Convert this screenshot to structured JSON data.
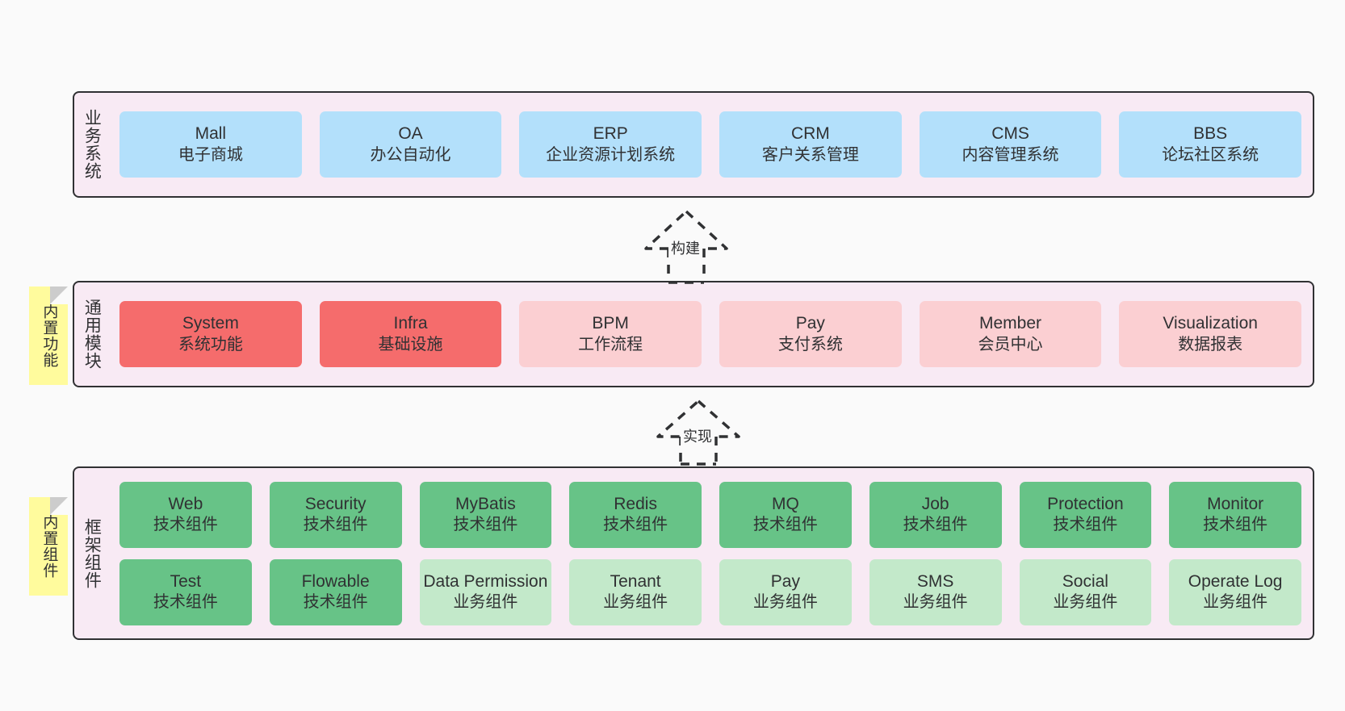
{
  "diagram": {
    "background": "#fafafa",
    "panel_fill": "#f8eaf4",
    "panel_border": "#303133",
    "sticky_fill": "#fffb9d"
  },
  "layers": [
    {
      "id": "business",
      "title": "业务系统",
      "card_color": "#b3e0fb",
      "rows": [
        [
          {
            "name": "Mall",
            "desc": "电子商城",
            "color": "#b3e0fb"
          },
          {
            "name": "OA",
            "desc": "办公自动化",
            "color": "#b3e0fb"
          },
          {
            "name": "ERP",
            "desc": "企业资源计划系统",
            "color": "#b3e0fb"
          },
          {
            "name": "CRM",
            "desc": "客户关系管理",
            "color": "#b3e0fb"
          },
          {
            "name": "CMS",
            "desc": "内容管理系统",
            "color": "#b3e0fb"
          },
          {
            "name": "BBS",
            "desc": "论坛社区系统",
            "color": "#b3e0fb"
          }
        ]
      ]
    },
    {
      "id": "module",
      "title": "通用模块",
      "sticky": "内置功能",
      "rows": [
        [
          {
            "name": "System",
            "desc": "系统功能",
            "color": "#f56c6c"
          },
          {
            "name": "Infra",
            "desc": "基础设施",
            "color": "#f56c6c"
          },
          {
            "name": "BPM",
            "desc": "工作流程",
            "color": "#fbcfd2"
          },
          {
            "name": "Pay",
            "desc": "支付系统",
            "color": "#fbcfd2"
          },
          {
            "name": "Member",
            "desc": "会员中心",
            "color": "#fbcfd2"
          },
          {
            "name": "Visualization",
            "desc": "数据报表",
            "color": "#fbcfd2"
          }
        ]
      ]
    },
    {
      "id": "framework",
      "title": "框架组件",
      "sticky": "内置组件",
      "rows": [
        [
          {
            "name": "Web",
            "desc": "技术组件",
            "color": "#67c387"
          },
          {
            "name": "Security",
            "desc": "技术组件",
            "color": "#67c387"
          },
          {
            "name": "MyBatis",
            "desc": "技术组件",
            "color": "#67c387"
          },
          {
            "name": "Redis",
            "desc": "技术组件",
            "color": "#67c387"
          },
          {
            "name": "MQ",
            "desc": "技术组件",
            "color": "#67c387"
          },
          {
            "name": "Job",
            "desc": "技术组件",
            "color": "#67c387"
          },
          {
            "name": "Protection",
            "desc": "技术组件",
            "color": "#67c387"
          },
          {
            "name": "Monitor",
            "desc": "技术组件",
            "color": "#67c387"
          }
        ],
        [
          {
            "name": "Test",
            "desc": "技术组件",
            "color": "#67c387"
          },
          {
            "name": "Flowable",
            "desc": "技术组件",
            "color": "#67c387"
          },
          {
            "name": "Data Permission",
            "desc": "业务组件",
            "color": "#c3e9ca"
          },
          {
            "name": "Tenant",
            "desc": "业务组件",
            "color": "#c3e9ca"
          },
          {
            "name": "Pay",
            "desc": "业务组件",
            "color": "#c3e9ca"
          },
          {
            "name": "SMS",
            "desc": "业务组件",
            "color": "#c3e9ca"
          },
          {
            "name": "Social",
            "desc": "业务组件",
            "color": "#c3e9ca"
          },
          {
            "name": "Operate Log",
            "desc": "业务组件",
            "color": "#c3e9ca"
          }
        ]
      ]
    }
  ],
  "connectors": [
    {
      "id": "build",
      "label": "构建"
    },
    {
      "id": "implement",
      "label": "实现"
    }
  ]
}
